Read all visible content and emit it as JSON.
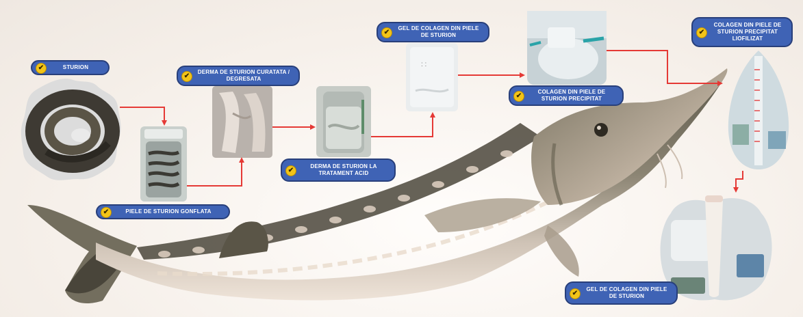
{
  "labels": {
    "sturion": "STURION",
    "piele_gonflata": "PIELE DE STURION GONFLATA",
    "derma_curatata": "DERMA DE STURION CURATATA / DEGRESATA",
    "derma_acid": "DERMA DE STURION LA TRATAMENT ACID",
    "gel_colagen_top": "GEL DE COLAGEN DIN PIELE DE STURION",
    "colagen_precipitat": "COLAGEN DIN PIELE DE STURION PRECIPITAT",
    "colagen_liofilizat": "COLAGEN DIN PIELE DE STURION PRECIPITAT LIOFILIZAT",
    "gel_colagen_final": "GEL DE COLAGEN DIN PIELE DE STURION"
  },
  "icons": {
    "check": "check-circle-icon",
    "arrow": "red-arrow-icon",
    "check_glyph": "✔"
  },
  "colors": {
    "label_bg": "#3f63b5",
    "label_border": "#283f7a",
    "check": "#f2c418",
    "arrow": "#e53935"
  }
}
